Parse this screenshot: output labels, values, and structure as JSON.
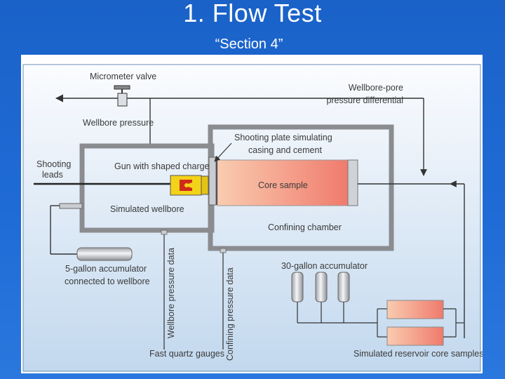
{
  "slide": {
    "title": "1. Flow Test",
    "subtitle": "“Section 4”"
  },
  "diagram": {
    "labels": {
      "micrometer_valve": "Micrometer valve",
      "wellbore_pore_diff_1": "Wellbore-pore",
      "wellbore_pore_diff_2": "pressure differential",
      "wellbore_pressure": "Wellbore pressure",
      "shooting_plate_1": "Shooting plate simulating",
      "shooting_plate_2": "casing and cement",
      "shooting_leads_1": "Shooting",
      "shooting_leads_2": "leads",
      "gun_shaped_charge": "Gun with shaped charge",
      "core_sample": "Core sample",
      "simulated_wellbore": "Simulated wellbore",
      "confining_chamber": "Confining chamber",
      "accum_5gal_1": "5-gallon accumulator",
      "accum_5gal_2": "connected to wellbore",
      "accum_30gal": "30-gallon accumulator",
      "wellbore_pressure_data": "Wellbore pressure data",
      "confining_pressure_data": "Confining pressure data",
      "fast_quartz_gauges": "Fast quartz gauges",
      "reservoir_core_samples": "Simulated reservoir core samples"
    },
    "colors": {
      "background_top": "#fbfcfe",
      "background_bottom": "#c2d8ee",
      "chamber_wall": "#8a8c90",
      "core_left": "#f9ccb0",
      "core_right": "#f07a6c",
      "gun_yellow": "#f3d21a",
      "line": "#333333"
    }
  }
}
